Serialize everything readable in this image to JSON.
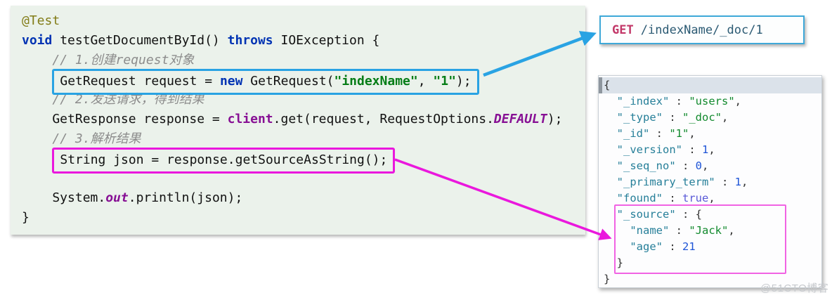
{
  "accents": {
    "request_highlight_blue": "#29a3e3",
    "result_highlight_magenta": "#ea18dd",
    "source_sub_box_pink": "#f163e3",
    "code_background_green": "#ebf2eb"
  },
  "code_block": {
    "lines": [
      {
        "tokens": [
          {
            "t": "@Test",
            "c": "ann"
          }
        ]
      },
      {
        "tokens": [
          {
            "t": "void",
            "c": "kw"
          },
          {
            "t": " testGetDocumentById() "
          },
          {
            "t": "throws",
            "c": "kw"
          },
          {
            "t": " IOException {"
          }
        ]
      },
      {
        "tokens": [
          {
            "t": "    "
          },
          {
            "t": "// 1.创建request对象",
            "c": "cmt"
          }
        ]
      },
      {
        "box": "blue",
        "indent": "    ",
        "tokens": [
          {
            "t": "GetRequest request = "
          },
          {
            "t": "new",
            "c": "kw"
          },
          {
            "t": " GetRequest("
          },
          {
            "t": "\"indexName\"",
            "c": "str"
          },
          {
            "t": ", "
          },
          {
            "t": "\"1\"",
            "c": "str"
          },
          {
            "t": ");"
          }
        ]
      },
      {
        "tokens": [
          {
            "t": "    "
          },
          {
            "t": "// 2.发送请求，得到结果",
            "c": "cmt"
          }
        ]
      },
      {
        "tokens": [
          {
            "t": "    GetResponse response = "
          },
          {
            "t": "client",
            "c": "fld"
          },
          {
            "t": ".get(request, RequestOptions."
          },
          {
            "t": "DEFAULT",
            "c": "stc"
          },
          {
            "t": ");"
          }
        ]
      },
      {
        "tokens": [
          {
            "t": "    "
          },
          {
            "t": "// 3.解析结果",
            "c": "cmt"
          }
        ]
      },
      {
        "box": "magenta",
        "indent": "    ",
        "tokens": [
          {
            "t": "String json = response.getSourceAsString();"
          }
        ]
      },
      {
        "tokens": [
          {
            "t": ""
          }
        ]
      },
      {
        "tokens": [
          {
            "t": "    System."
          },
          {
            "t": "out",
            "c": "stc"
          },
          {
            "t": ".println(json);"
          }
        ]
      },
      {
        "tokens": [
          {
            "t": "}"
          }
        ]
      }
    ]
  },
  "request_box": {
    "method": "GET",
    "path": "/indexName/_doc/1"
  },
  "response_box": {
    "lines": [
      {
        "hl": true,
        "tokens": [
          {
            "t": "{",
            "c": "pn"
          }
        ]
      },
      {
        "tokens": [
          {
            "t": "  "
          },
          {
            "t": "\"_index\"",
            "c": "key"
          },
          {
            "t": " : ",
            "c": "pn"
          },
          {
            "t": "\"users\"",
            "c": "jstr"
          },
          {
            "t": ",",
            "c": "pn"
          }
        ]
      },
      {
        "tokens": [
          {
            "t": "  "
          },
          {
            "t": "\"_type\"",
            "c": "key"
          },
          {
            "t": " : ",
            "c": "pn"
          },
          {
            "t": "\"_doc\"",
            "c": "jstr"
          },
          {
            "t": ",",
            "c": "pn"
          }
        ]
      },
      {
        "tokens": [
          {
            "t": "  "
          },
          {
            "t": "\"_id\"",
            "c": "key"
          },
          {
            "t": " : ",
            "c": "pn"
          },
          {
            "t": "\"1\"",
            "c": "jstr"
          },
          {
            "t": ",",
            "c": "pn"
          }
        ]
      },
      {
        "tokens": [
          {
            "t": "  "
          },
          {
            "t": "\"_version\"",
            "c": "key"
          },
          {
            "t": " : ",
            "c": "pn"
          },
          {
            "t": "1",
            "c": "num"
          },
          {
            "t": ",",
            "c": "pn"
          }
        ]
      },
      {
        "tokens": [
          {
            "t": "  "
          },
          {
            "t": "\"_seq_no\"",
            "c": "key"
          },
          {
            "t": " : ",
            "c": "pn"
          },
          {
            "t": "0",
            "c": "num"
          },
          {
            "t": ",",
            "c": "pn"
          }
        ]
      },
      {
        "tokens": [
          {
            "t": "  "
          },
          {
            "t": "\"_primary_term\"",
            "c": "key"
          },
          {
            "t": " : ",
            "c": "pn"
          },
          {
            "t": "1",
            "c": "num"
          },
          {
            "t": ",",
            "c": "pn"
          }
        ]
      },
      {
        "tokens": [
          {
            "t": "  "
          },
          {
            "t": "\"found\"",
            "c": "key"
          },
          {
            "t": " : ",
            "c": "pn"
          },
          {
            "t": "true",
            "c": "bool"
          },
          {
            "t": ",",
            "c": "pn"
          }
        ]
      },
      {
        "tokens": [
          {
            "t": "  "
          },
          {
            "t": "\"_source\"",
            "c": "key"
          },
          {
            "t": " : ",
            "c": "pn"
          },
          {
            "t": "{",
            "c": "pn"
          }
        ]
      },
      {
        "tokens": [
          {
            "t": "    "
          },
          {
            "t": "\"name\"",
            "c": "key"
          },
          {
            "t": " : ",
            "c": "pn"
          },
          {
            "t": "\"Jack\"",
            "c": "jstr"
          },
          {
            "t": ",",
            "c": "pn"
          }
        ]
      },
      {
        "tokens": [
          {
            "t": "    "
          },
          {
            "t": "\"age\"",
            "c": "key"
          },
          {
            "t": " : ",
            "c": "pn"
          },
          {
            "t": "21",
            "c": "num"
          }
        ]
      },
      {
        "tokens": [
          {
            "t": "  }",
            "c": "pn"
          }
        ]
      },
      {
        "tokens": [
          {
            "t": "}",
            "c": "pn"
          }
        ]
      }
    ]
  },
  "watermark": "@51CTO博客"
}
